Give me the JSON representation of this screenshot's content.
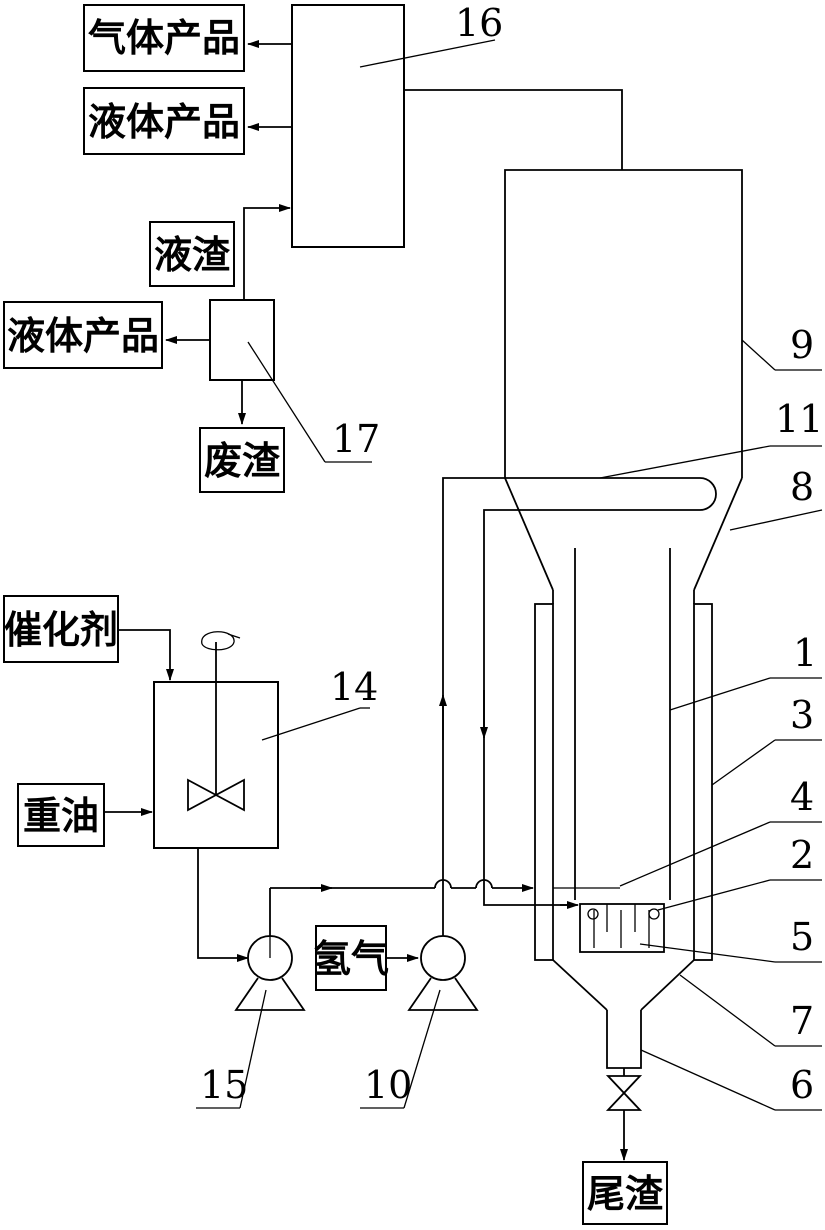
{
  "labels": {
    "gas_product": "气体产品",
    "liquid_product_top": "液体产品",
    "liquid_residue": "液渣",
    "liquid_product_mid": "液体产品",
    "waste_residue": "废渣",
    "catalyst": "催化剂",
    "heavy_oil": "重油",
    "hydrogen": "氢气",
    "tail_residue": "尾渣"
  },
  "numbers": {
    "n1": "1",
    "n2": "2",
    "n3": "3",
    "n4": "4",
    "n5": "5",
    "n6": "6",
    "n7": "7",
    "n8": "8",
    "n9": "9",
    "n10": "10",
    "n11": "11",
    "n14": "14",
    "n15": "15",
    "n16": "16",
    "n17": "17"
  }
}
